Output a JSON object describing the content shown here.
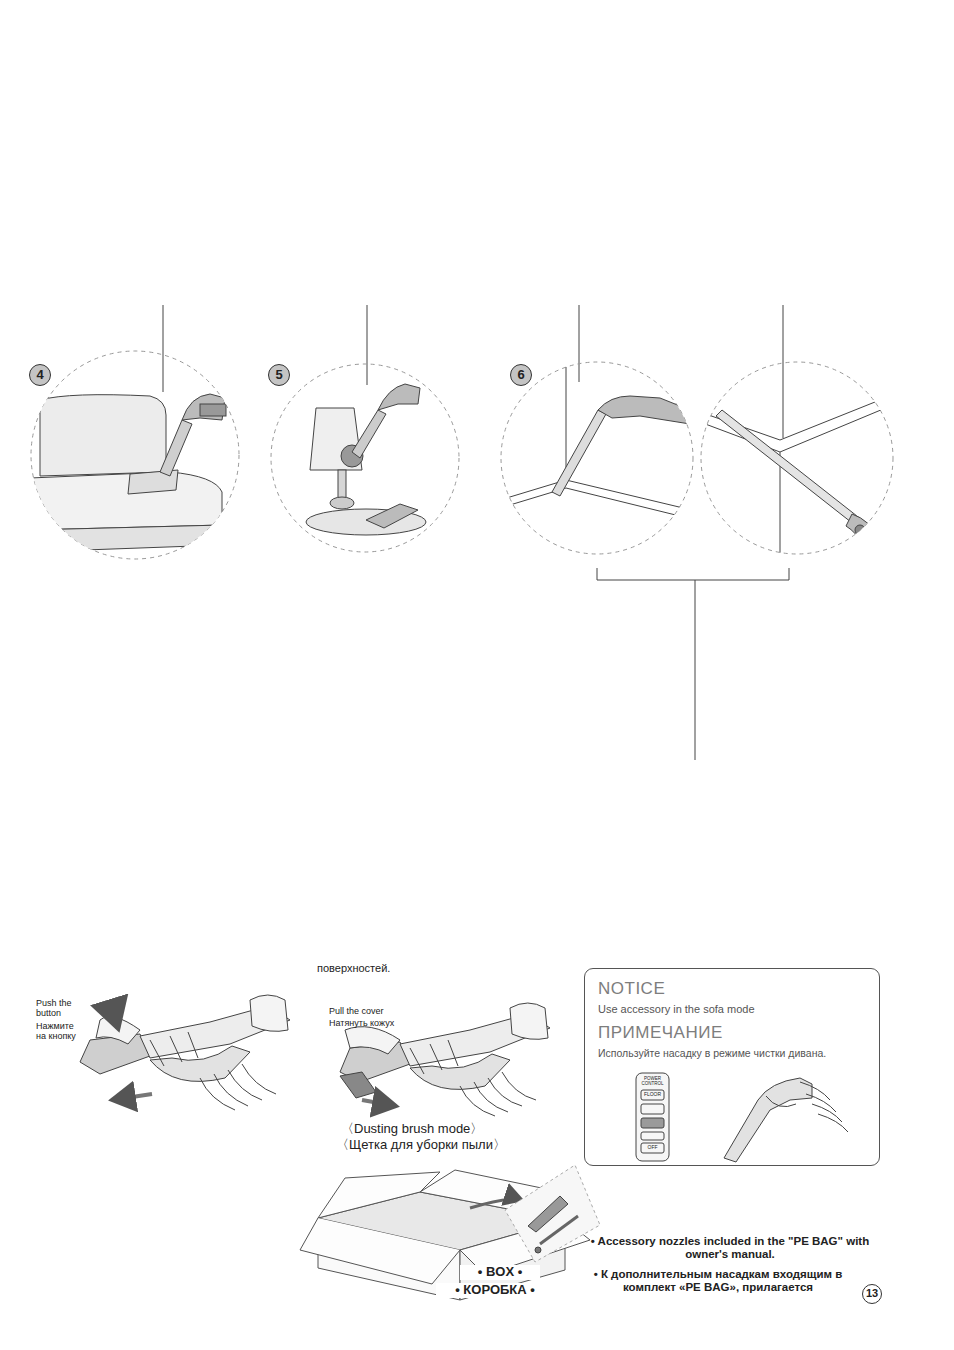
{
  "diagram": {
    "nodes": [
      {
        "text": [
          "NOTICE",
          "Use accessory in the sofa mode",
          "ПРИМЕЧАНИЕ",
          "Используйте насадку в режиме чистки дивана."
        ]
      }
    ],
    "labels": [
      "4",
      "5",
      "6",
      "поверхностей.",
      "Push the button",
      "Нажмите на кнопку",
      "Pull the cover",
      "Натянуть кожух",
      "〈Dusting brush mode〉",
      "〈Щетка для уборки пыли〉",
      "POWER CONTROL",
      "FLOOR",
      "OFF",
      "• BOX •",
      "• КОРОБКА •",
      "• Accessory nozzles included in the \"PE BAG\" with owner's manual.",
      "• К дополнительным насадкам входящим в комплект «PE BAG», прилагается",
      "13"
    ]
  }
}
